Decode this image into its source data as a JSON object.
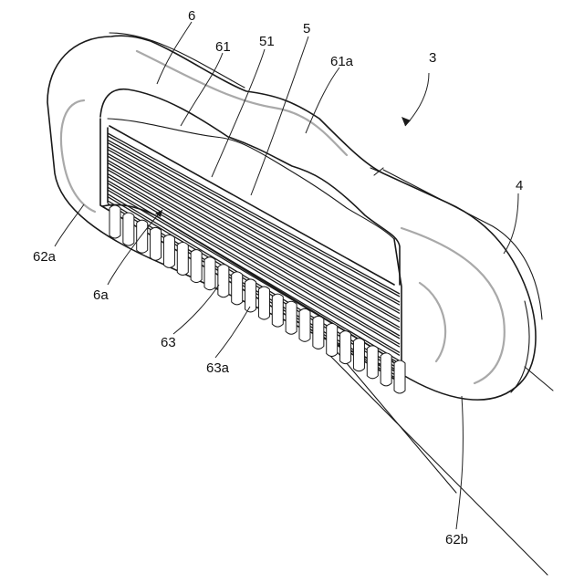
{
  "figure": {
    "labels": {
      "assembly": "3",
      "housing": "4",
      "blade_unit": "5",
      "blade": "51",
      "frame": "6",
      "frame_top": "61",
      "frame_top_edge": "61a",
      "frame_left": "62a",
      "frame_right": "62b",
      "guard": "63",
      "guard_fin": "63a",
      "opening": "6a"
    }
  }
}
